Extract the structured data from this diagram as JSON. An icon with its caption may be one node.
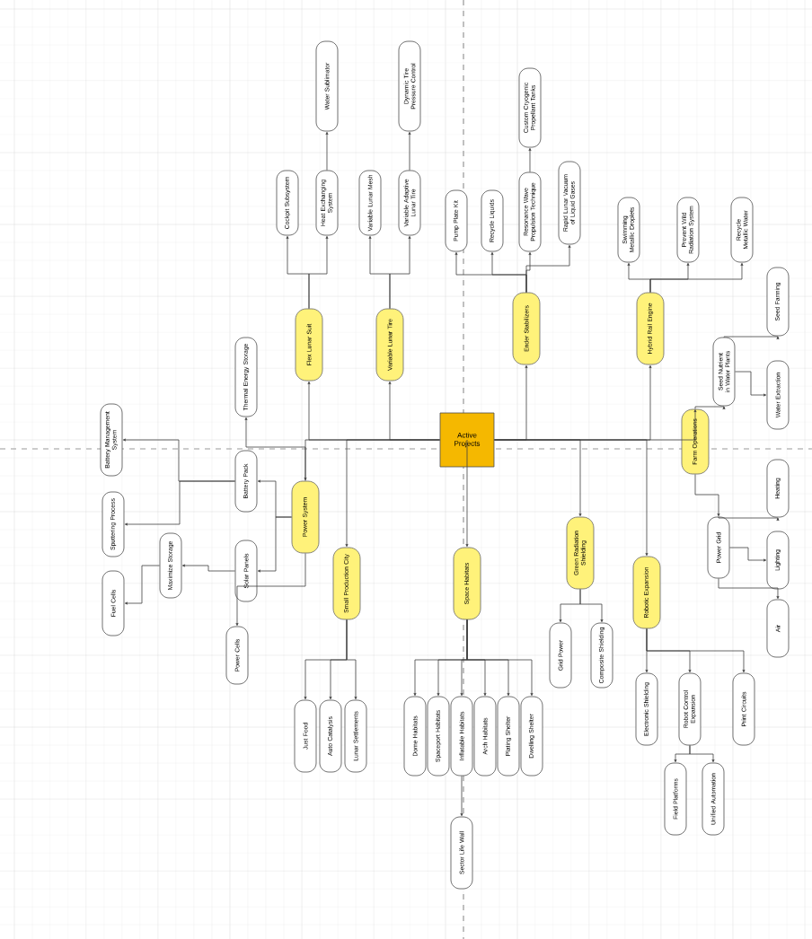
{
  "diagram": {
    "nodes": [
      {
        "text": [
          "Active Projects"
        ]
      },
      {
        "text": [
          "Flex Lunar Suit"
        ]
      },
      {
        "text": [
          "Cockpit Subsystem"
        ]
      },
      {
        "text": [
          "Heat Exchanging System"
        ]
      },
      {
        "text": [
          "Water Sublimator"
        ]
      },
      {
        "text": [
          "Variable Lunar Tire"
        ]
      },
      {
        "text": [
          "Variable Lunar Mesh"
        ]
      },
      {
        "text": [
          "Variable Adaptive Lunar Tire"
        ]
      },
      {
        "text": [
          "Dynamic Tire Pressure Control"
        ]
      },
      {
        "text": [
          "Ender Stabilizers"
        ]
      },
      {
        "text": [
          "Pump Plate Kit"
        ]
      },
      {
        "text": [
          "Recycle Liquids"
        ]
      },
      {
        "text": [
          "Resonance Wave Propulsion Technique"
        ]
      },
      {
        "text": [
          "Custom Cryogenic Propellant Tanks"
        ]
      },
      {
        "text": [
          "Rapid Lunar Vacuum of Liquid Gases"
        ]
      },
      {
        "text": [
          "Hybrid Rail Engine"
        ]
      },
      {
        "text": [
          "Swimming Metallic Droplets"
        ]
      },
      {
        "text": [
          "Prevent Wild Radiation System"
        ]
      },
      {
        "text": [
          "Recycle Metallic Water"
        ]
      },
      {
        "text": [
          "Farm Operations"
        ]
      },
      {
        "text": [
          "Seed Nutrient in Water Plants"
        ]
      },
      {
        "text": [
          "Seed Farming"
        ]
      },
      {
        "text": [
          "Water Extraction"
        ]
      },
      {
        "text": [
          "Power Grid"
        ]
      },
      {
        "text": [
          "Heating"
        ]
      },
      {
        "text": [
          "Lighting"
        ]
      },
      {
        "text": [
          "Air"
        ]
      },
      {
        "text": [
          "Power System"
        ]
      },
      {
        "text": [
          "Thermal Energy Storage"
        ]
      },
      {
        "text": [
          "Battery Pack"
        ]
      },
      {
        "text": [
          "Battery Management System"
        ]
      },
      {
        "text": [
          "Sputtering Process"
        ]
      },
      {
        "text": [
          "Solar Panels"
        ]
      },
      {
        "text": [
          "Maximize Storage"
        ]
      },
      {
        "text": [
          "Fuel Cells"
        ]
      },
      {
        "text": [
          "Power Cells"
        ]
      },
      {
        "text": [
          "Small Production City"
        ]
      },
      {
        "text": [
          "Just Food"
        ]
      },
      {
        "text": [
          "Auto Catalysis"
        ]
      },
      {
        "text": [
          "Lunar Settlements"
        ]
      },
      {
        "text": [
          "Space Habitats"
        ]
      },
      {
        "text": [
          "Dome Habitats"
        ]
      },
      {
        "text": [
          "Spaceport Habitats"
        ]
      },
      {
        "text": [
          "Inflatable Habitats"
        ]
      },
      {
        "text": [
          "Arch Habitats"
        ]
      },
      {
        "text": [
          "Plating Shelter"
        ]
      },
      {
        "text": [
          "Dwelling Shelter"
        ]
      },
      {
        "text": [
          "Sector Life Wall"
        ]
      },
      {
        "text": [
          "Green Radiation Shielding"
        ]
      },
      {
        "text": [
          "Grid Power"
        ]
      },
      {
        "text": [
          "Composite Shielding"
        ]
      },
      {
        "text": [
          "Robotic Expansion"
        ]
      },
      {
        "text": [
          "Electronic Shielding"
        ]
      },
      {
        "text": [
          "Robot Control Expansion"
        ]
      },
      {
        "text": [
          "Field Platforms"
        ]
      },
      {
        "text": [
          "Unified Automation"
        ]
      },
      {
        "text": [
          "Print Circuits"
        ]
      }
    ],
    "edges": [
      {
        "from": 0,
        "to": 1,
        "arrow": "to"
      },
      {
        "from": 1,
        "to": 2,
        "arrow": "to"
      },
      {
        "from": 1,
        "to": 3,
        "arrow": "to"
      },
      {
        "from": 3,
        "to": 4,
        "arrow": "to"
      },
      {
        "from": 0,
        "to": 5,
        "arrow": "to"
      },
      {
        "from": 5,
        "to": 6,
        "arrow": "to"
      },
      {
        "from": 5,
        "to": 7,
        "arrow": "to"
      },
      {
        "from": 7,
        "to": 8,
        "arrow": "to"
      },
      {
        "from": 0,
        "to": 9,
        "arrow": "to"
      },
      {
        "from": 9,
        "to": 10,
        "arrow": "to"
      },
      {
        "from": 9,
        "to": 11,
        "arrow": "to"
      },
      {
        "from": 9,
        "to": 12,
        "arrow": "to"
      },
      {
        "from": 12,
        "to": 13,
        "arrow": "to"
      },
      {
        "from": 9,
        "to": 14,
        "arrow": "to"
      },
      {
        "from": 0,
        "to": 15,
        "arrow": "to"
      },
      {
        "from": 15,
        "to": 16,
        "arrow": "to"
      },
      {
        "from": 15,
        "to": 17,
        "arrow": "to"
      },
      {
        "from": 15,
        "to": 18,
        "arrow": "to"
      },
      {
        "from": 0,
        "to": 19,
        "arrow": "to"
      },
      {
        "from": 19,
        "to": 20,
        "arrow": "to"
      },
      {
        "from": 20,
        "to": 21,
        "arrow": "to"
      },
      {
        "from": 20,
        "to": 22,
        "arrow": "to"
      },
      {
        "from": 19,
        "to": 23,
        "arrow": "to"
      },
      {
        "from": 23,
        "to": 24,
        "arrow": "to"
      },
      {
        "from": 23,
        "to": 25,
        "arrow": "to"
      },
      {
        "from": 23,
        "to": 26,
        "arrow": "to"
      },
      {
        "from": 0,
        "to": 27,
        "arrow": "to"
      },
      {
        "from": 27,
        "to": 28,
        "arrow": "to"
      },
      {
        "from": 27,
        "to": 29,
        "arrow": "to"
      },
      {
        "from": 29,
        "to": 30,
        "arrow": "to"
      },
      {
        "from": 29,
        "to": 31,
        "arrow": "to"
      },
      {
        "from": 27,
        "to": 32,
        "arrow": "to"
      },
      {
        "from": 32,
        "to": 33,
        "arrow": "to"
      },
      {
        "from": 33,
        "to": 34,
        "arrow": "to"
      },
      {
        "from": 27,
        "to": 35,
        "arrow": "to"
      },
      {
        "from": 0,
        "to": 36,
        "arrow": "to"
      },
      {
        "from": 36,
        "to": 37,
        "arrow": "to"
      },
      {
        "from": 36,
        "to": 38,
        "arrow": "to"
      },
      {
        "from": 36,
        "to": 39,
        "arrow": "to"
      },
      {
        "from": 0,
        "to": 40,
        "arrow": "to"
      },
      {
        "from": 40,
        "to": 41,
        "arrow": "to"
      },
      {
        "from": 40,
        "to": 42,
        "arrow": "to"
      },
      {
        "from": 40,
        "to": 43,
        "arrow": "to"
      },
      {
        "from": 40,
        "to": 44,
        "arrow": "to"
      },
      {
        "from": 40,
        "to": 45,
        "arrow": "to"
      },
      {
        "from": 40,
        "to": 46,
        "arrow": "to"
      },
      {
        "from": 43,
        "to": 47,
        "arrow": "to"
      },
      {
        "from": 0,
        "to": 48,
        "arrow": "to"
      },
      {
        "from": 48,
        "to": 49,
        "arrow": "to"
      },
      {
        "from": 48,
        "to": 50,
        "arrow": "to"
      },
      {
        "from": 0,
        "to": 51,
        "arrow": "to"
      },
      {
        "from": 51,
        "to": 52,
        "arrow": "to"
      },
      {
        "from": 51,
        "to": 53,
        "arrow": "to"
      },
      {
        "from": 53,
        "to": 54,
        "arrow": "to"
      },
      {
        "from": 53,
        "to": 55,
        "arrow": "to"
      },
      {
        "from": 51,
        "to": 56,
        "arrow": "to"
      }
    ]
  }
}
